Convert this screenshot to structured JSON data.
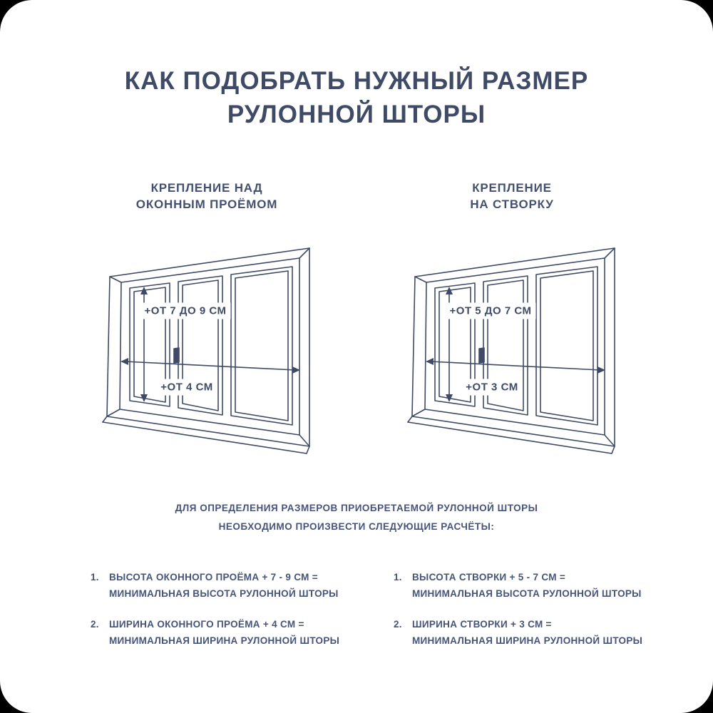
{
  "colors": {
    "ink": "#3e4a66",
    "background": "#ffffff"
  },
  "title": {
    "line1": "КАК ПОДОБРАТЬ НУЖНЫЙ РАЗМЕР",
    "line2": "РУЛОННОЙ ШТОРЫ"
  },
  "columns": {
    "left": {
      "header_line1": "КРЕПЛЕНИЕ НАД",
      "header_line2": "ОКОННЫМ ПРОЁМОМ",
      "height_label": "+ОТ 7 ДО 9 СМ",
      "width_label": "+ОТ 4 СМ",
      "calc_items": [
        {
          "num": "1.",
          "line1": "ВЫСОТА ОКОННОГО ПРОЁМА + 7 - 9 СМ =",
          "line2": "МИНИМАЛЬНАЯ ВЫСОТА РУЛОННОЙ ШТОРЫ"
        },
        {
          "num": "2.",
          "line1": "ШИРИНА ОКОННОГО ПРОЁМА + 4 СМ =",
          "line2": "МИНИМАЛЬНАЯ ШИРИНА РУЛОННОЙ ШТОРЫ"
        }
      ]
    },
    "right": {
      "header_line1": "КРЕПЛЕНИЕ",
      "header_line2": "НА СТВОРКУ",
      "height_label": "+ОТ 5 ДО 7 СМ",
      "width_label": "+ОТ 3 СМ",
      "calc_items": [
        {
          "num": "1.",
          "line1": "ВЫСОТА СТВОРКИ + 5 - 7 СМ =",
          "line2": "МИНИМАЛЬНАЯ ВЫСОТА РУЛОННОЙ ШТОРЫ"
        },
        {
          "num": "2.",
          "line1": "ШИРИНА СТВОРКИ + 3 СМ =",
          "line2": "МИНИМАЛЬНАЯ ШИРИНА РУЛОННОЙ ШТОРЫ"
        }
      ]
    }
  },
  "note": {
    "line1": "ДЛЯ ОПРЕДЕЛЕНИЯ РАЗМЕРОВ ПРИОБРЕТАЕМОЙ РУЛОННОЙ ШТОРЫ",
    "line2": "НЕОБХОДИМО ПРОИЗВЕСТИ СЛЕДУЮЩИЕ РАСЧЁТЫ:"
  }
}
